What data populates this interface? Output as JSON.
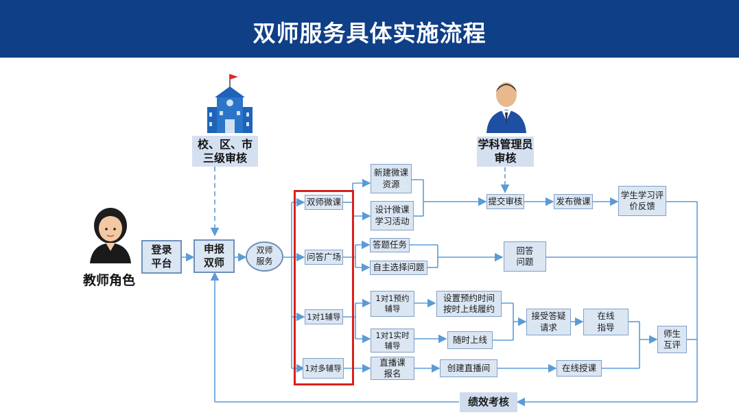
{
  "header": {
    "title": "双师服务具体实施流程"
  },
  "roles": {
    "teacher": "教师角色",
    "school_review": "校、区、市\n三级审核",
    "admin_review": "学科管理员\n审核"
  },
  "nodes": {
    "login": "登录\n平台",
    "apply": "申报\n双师",
    "service": "双师\n服务",
    "micro": "双师微课",
    "qa": "问答广场",
    "one_on_one": "1对1辅导",
    "one_to_many": "1对多辅导",
    "new_micro": "新建微课\n资源",
    "design_micro": "设计微课\n学习活动",
    "answer_task": "答题任务",
    "self_select": "自主选择问题",
    "appt_1": "1对1预约\n辅导",
    "realtime_1": "1对1实时\n辅导",
    "live_signup": "直播课\n报名",
    "set_time": "设置预约时间\n按时上线履约",
    "online_anytime": "随时上线",
    "create_live": "创建直播间",
    "submit": "提交审核",
    "publish": "发布微课",
    "feedback": "学生学习评\n价反馈",
    "answer": "回答\n问题",
    "accept": "接受答疑\n请求",
    "guide": "在线\n指导",
    "teach": "在线授课",
    "mutual": "师生\n互评",
    "perf": "绩效考核"
  },
  "colors": {
    "header": "#0f3f86",
    "box_fill": "#dbe6f3",
    "box_border": "#7f9fc6",
    "line": "#5b9bd5",
    "highlight": "#d9201c"
  }
}
